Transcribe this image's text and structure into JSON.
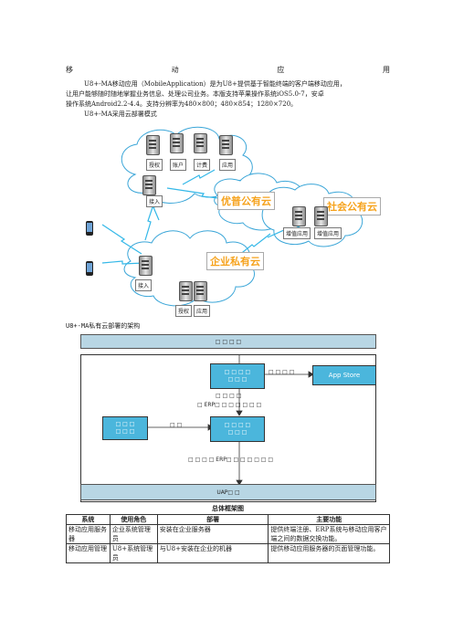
{
  "heading": [
    "移",
    "动",
    "应",
    "用"
  ],
  "intro": {
    "line1": "U8+-MA移动应用（MobileApplication）是为U8+提供基于智能终端的客户端移动应用，",
    "line2": "让用户能够随时随地掌握业务信息、处理公司业务。本版支持苹果操作系统iOS5.0-7，安卓",
    "line3": "操作系统Android2.2-4.4。支持分辨率为480×800；480×854；1280×720。",
    "line4": "U8+-MA采用云部署模式"
  },
  "cloud_diagram": {
    "top_cloud": {
      "auth": "授权",
      "customer": "账户",
      "billing": "计费",
      "app": "应用",
      "access": "接入"
    },
    "public_cloud": "优普公有云",
    "social_cloud": "社会公有云",
    "value_add_1": "增值应用",
    "value_add_2": "增值应用",
    "enterprise_cloud": "企业私有云",
    "ent_access": "接入",
    "ent_auth": "授权",
    "ent_app": "应用"
  },
  "section2": "U8+-MA私有云部署的架构",
  "arch": {
    "top_bar": "□ □ □ □",
    "box_top": "□ □ □ □\n□ □ □",
    "app_store_link": "□ □ □ □",
    "app_store": "App Store",
    "mid_text_1": "□ □ □ □",
    "mid_text_2": "□ ERP□ □ □ □ □ □ □",
    "box_left": "□ □ □\n□ □ □",
    "left_link": "□ □",
    "box_mid": "□ □ □ □\n□ □ □",
    "bottom_text": "□ □ □ □ ERP□ □ □ □ □ □ □",
    "uap": "UAP□ □"
  },
  "table": {
    "caption": "总体框架图",
    "headers": [
      "系统",
      "使用角色",
      "部署",
      "主要功能"
    ],
    "rows": [
      [
        "移动应用服务器",
        "企业系统管理员",
        "安装在企业服务器",
        "提供终端注册、ERP系统与移动应用客户端之间的数据交换功能。"
      ],
      [
        "移动应用管理",
        "U8+系统管理员",
        "与U8+安装在企业的机器",
        "提供移动应用服务器的页面管理功能。"
      ]
    ]
  }
}
